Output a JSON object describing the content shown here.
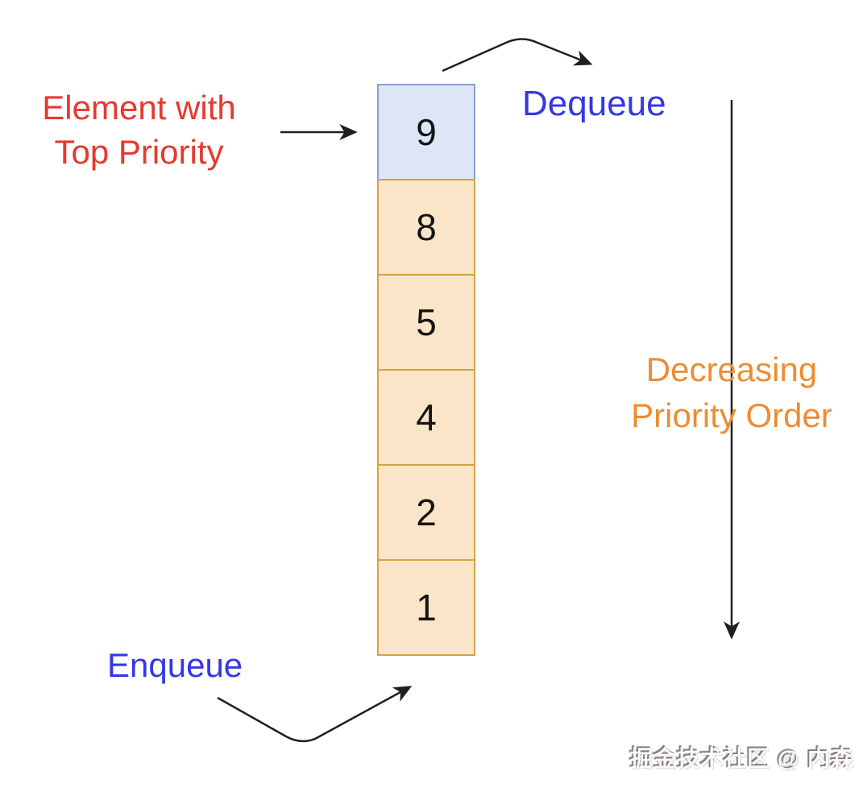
{
  "diagram": {
    "title_semantic": "priority-queue-diagram",
    "labels": {
      "top_priority": {
        "text": "Element with\nTop Priority",
        "color": "#e6392e"
      },
      "dequeue": {
        "text": "Dequeue",
        "color": "#3538e2"
      },
      "enqueue": {
        "text": "Enqueue",
        "color": "#3538e2"
      },
      "decreasing_order": {
        "text": "Decreasing\nPriority Order",
        "color": "#ec8d33"
      }
    },
    "queue": {
      "cells": [
        {
          "value": "9",
          "highlighted": true
        },
        {
          "value": "8",
          "highlighted": false
        },
        {
          "value": "5",
          "highlighted": false
        },
        {
          "value": "4",
          "highlighted": false
        },
        {
          "value": "2",
          "highlighted": false
        },
        {
          "value": "1",
          "highlighted": false
        }
      ],
      "highlight_fill": "#dde6f6",
      "highlight_border": "#8b9dc9",
      "cell_fill": "#fbe5c8",
      "cell_border": "#d6a342"
    },
    "arrows": {
      "top_priority_arrow": "points-to-top-element",
      "dequeue_arrow": "curves-from-stack-top-to-right",
      "enqueue_arrow": "curves-from-left-to-stack-bottom",
      "decreasing_order_arrow": "vertical-downward"
    },
    "arrow_color": "#1f1f1f",
    "watermark": "掘金技术社区 @ 内森"
  }
}
